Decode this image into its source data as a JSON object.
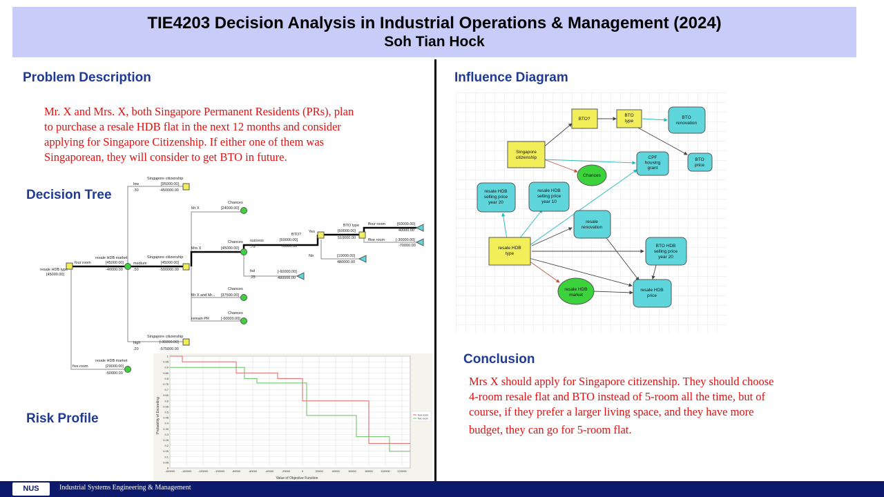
{
  "header": {
    "title": "TIE4203 Decision Analysis in Industrial Operations & Management (2024)",
    "author": "Soh Tian Hock"
  },
  "sections": {
    "problem_heading": "Problem Description",
    "problem_lines": [
      "Mr. X and Mrs. X, both Singapore Permanent Residents (PRs), plan",
      "to purchase a resale HDB flat in the next 12 months and consider",
      "applying for Singapore Citizenship.  If either one of them was",
      "Singaporean, they will  consider to get BTO in  future."
    ],
    "decision_tree_heading": "Decision Tree",
    "risk_profile_heading": "Risk Profile",
    "influence_heading": "Influence Diagram",
    "conclusion_heading": "Conclusion",
    "conclusion_lines": [
      "Mrs X should apply for Singapore citizenship.  They should choose",
      "4-room resale flat and BTO instead of 5-room all the time, but of",
      "course, if they prefer a larger living  space, and they have more",
      "budget, they can go for 5-room flat."
    ]
  },
  "decision_tree": {
    "labels": {
      "root": "resale HDB type",
      "root_val": "[45000.00]",
      "four_room": "four room",
      "five_room": "five room",
      "market1": "resale HDB market",
      "market1_val": "[45000.00]",
      "market1_v2": "-40000.00",
      "market2": "resale HDB market",
      "market2_val": "[29000.00]",
      "market2_v2": "-50000.00",
      "low": "low",
      "low_p": ".30",
      "medium": "medium",
      "medium_p": ".50",
      "high": "high",
      "high_p": ".20",
      "sc_low": "Singapore citizenship",
      "sc_low_v1": "[95000.00]",
      "sc_low_v2": "-450000.00",
      "sc_med": "Singapore citizenship",
      "sc_med_v1": "[45000.00]",
      "sc_med_v2": "-500000.00",
      "sc_high": "Singapore citizenship",
      "sc_high_v1": "[-30000.00]",
      "sc_high_v2": "-575000.00",
      "mrx": "Mr X",
      "mrx_ch": "Chances",
      "mrx_v": "[24000.00]",
      "mrsx": "Mrs X",
      "mrsx_ch": "Chances",
      "mrsx_v": "[45000.00]",
      "both": "Mr X and Mr...",
      "both_ch": "Chances",
      "both_v": "[37500.00]",
      "pr": "remain PR",
      "pr_ch": "Chances",
      "pr_v": "[-60000.00]",
      "success": "success",
      "success_p": ".75",
      "fail": "fail",
      "fail_p": ".25",
      "bto": "BTO?",
      "bto_v1": "[60000.00]",
      "bto_v2": "70000.00",
      "fail_v1": "[-60000.00]",
      "fail_v2": "480000.00",
      "yes": "Yes",
      "no": "No",
      "no_v1": "[10000.00]",
      "no_v2": "480000.00",
      "btotype": "BTO type",
      "btotype_v1": "[60000.00]",
      "btotype_v2": "510000.00",
      "ffour": "ffour room",
      "ffour_v1": "[60000.00]",
      "ffour_v2": "40000.00",
      "ffive": "ffive room",
      "ffive_v1": "[-30000.00]",
      "ffive_v2": "-70000.00"
    }
  },
  "chart_data": {
    "type": "line",
    "title": "",
    "xlabel": "Value of Objective Function",
    "ylabel": "Probability of Exceeding",
    "xlim": [
      -160000,
      130000
    ],
    "ylim": [
      0,
      1
    ],
    "x_ticks": [
      "-160000",
      "-140000",
      "-120000",
      "-100000",
      "-80000",
      "-60000",
      "-40000",
      "-20000",
      "0",
      "20000",
      "40000",
      "60000",
      "80000",
      "100000",
      "120000"
    ],
    "y_ticks": [
      "0",
      "0.05",
      "0.1",
      "0.15",
      "0.2",
      "0.25",
      "0.3",
      "0.35",
      "0.4",
      "0.45",
      "0.5",
      "0.55",
      "0.6",
      "0.65",
      "0.7",
      "0.75",
      "0.8",
      "0.85",
      "0.9",
      "0.95",
      "1"
    ],
    "grid": true,
    "legend_position": "right",
    "series": [
      {
        "name": "four room",
        "color": "#e86060",
        "points": [
          [
            -160000,
            1
          ],
          [
            -145000,
            1
          ],
          [
            -145000,
            0.95
          ],
          [
            -80000,
            0.95
          ],
          [
            -80000,
            0.85
          ],
          [
            -30000,
            0.85
          ],
          [
            -30000,
            0.8
          ],
          [
            0,
            0.8
          ],
          [
            0,
            0.6
          ],
          [
            80000,
            0.6
          ],
          [
            80000,
            0.22
          ],
          [
            130000,
            0.22
          ]
        ]
      },
      {
        "name": "five room",
        "color": "#60c060",
        "points": [
          [
            -160000,
            0.9
          ],
          [
            -70000,
            0.9
          ],
          [
            -70000,
            0.8
          ],
          [
            -55000,
            0.8
          ],
          [
            -55000,
            0.76
          ],
          [
            5000,
            0.76
          ],
          [
            5000,
            0.47
          ],
          [
            65000,
            0.47
          ],
          [
            65000,
            0.28
          ],
          [
            105000,
            0.28
          ],
          [
            105000,
            0.15
          ],
          [
            130000,
            0.15
          ]
        ]
      }
    ]
  },
  "influence_diagram": {
    "nodes": {
      "bto": "BTO?",
      "bto_type": "BTO\ntype",
      "bto_renovation": "BTO\nrenovation",
      "sg_cit": "Singapore\ncitizenship",
      "cpf": "CPF\nhousing\ngrant",
      "bto_price": "BTO\nprice",
      "chances": "Chances",
      "rs20": "resale HDB\nselling price\nyear 20",
      "rs10": "resale HDB\nselling price\nyear 10",
      "resale_reno": "resale\nrenovation",
      "resale_type": "resale HDB\ntype",
      "bto_sell20": "BTO HDB\nselling price\nyear 20",
      "resale_market": "resale HDB\nmarket",
      "resale_price": "resale HDB\nprice"
    },
    "colors": {
      "decision": "#f2ee5a",
      "uncertainty": "#5fd6dc",
      "chance": "#3cd23c"
    }
  },
  "footer": {
    "logo": "NUS",
    "text": "Industrial Systems Engineering & Management"
  }
}
